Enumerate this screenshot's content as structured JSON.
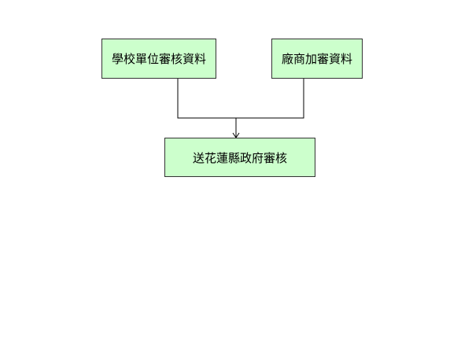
{
  "diagram": {
    "nodes": {
      "school_review_data": "學校單位審核資料",
      "vendor_review_data": "廠商加審資料",
      "county_gov_review": "送花蓮縣政府審核"
    },
    "edges": [
      {
        "from": "school_review_data",
        "to": "county_gov_review"
      },
      {
        "from": "vendor_review_data",
        "to": "county_gov_review"
      }
    ],
    "colors": {
      "node_fill": "#ccffcc",
      "node_border": "#333333",
      "connector": "#000000",
      "background": "#ffffff"
    }
  }
}
